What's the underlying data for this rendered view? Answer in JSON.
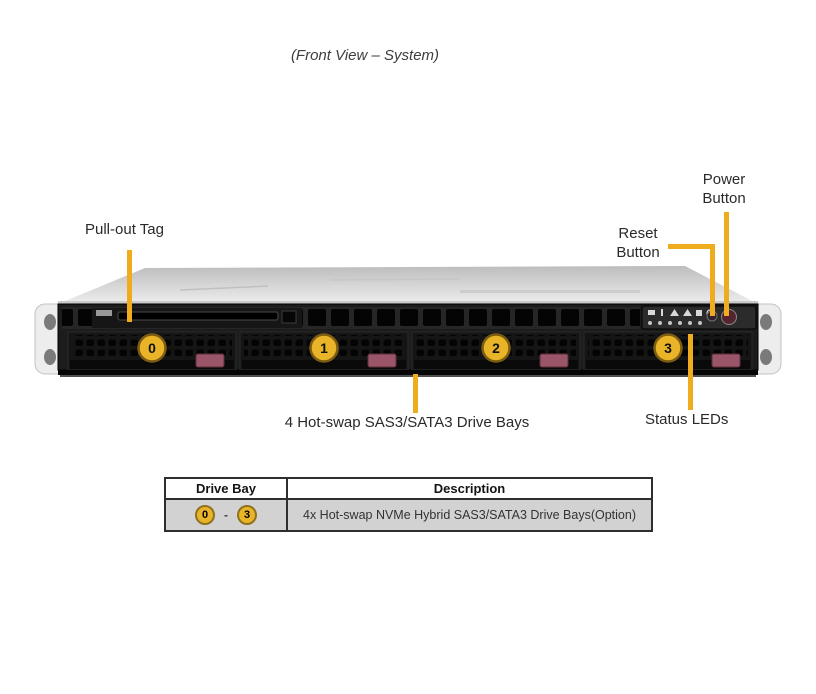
{
  "figure": {
    "caption": "(Front View – System)"
  },
  "callouts": {
    "pull_out_tag": "Pull-out Tag",
    "power_button": "Power\nButton",
    "reset_button": "Reset\nButton",
    "drive_bays": "4 Hot-swap SAS3/SATA3 Drive Bays",
    "status_leds": "Status LEDs"
  },
  "bays": [
    "0",
    "1",
    "2",
    "3"
  ],
  "panel_icons": [
    "network-icon",
    "info-icon",
    "warning-icon",
    "warning-icon",
    "drive-icon",
    "power-icon"
  ],
  "table": {
    "headers": [
      "Drive Bay",
      "Description"
    ],
    "row": {
      "bay_start": "0",
      "separator": "-",
      "bay_end": "3",
      "description": "4x Hot-swap NVMe Hybrid SAS3/SATA3 Drive Bays(Option)"
    }
  },
  "colors": {
    "callout_yellow": "#EFAC1D",
    "badge_fill": "#E9B427",
    "badge_border": "#7C5C12",
    "latch_rose": "#9B5568",
    "chassis_dark": "#1C1C1C",
    "chassis_top_gray": "#D8D8D8",
    "table_row_bg": "#D2D2D2"
  }
}
